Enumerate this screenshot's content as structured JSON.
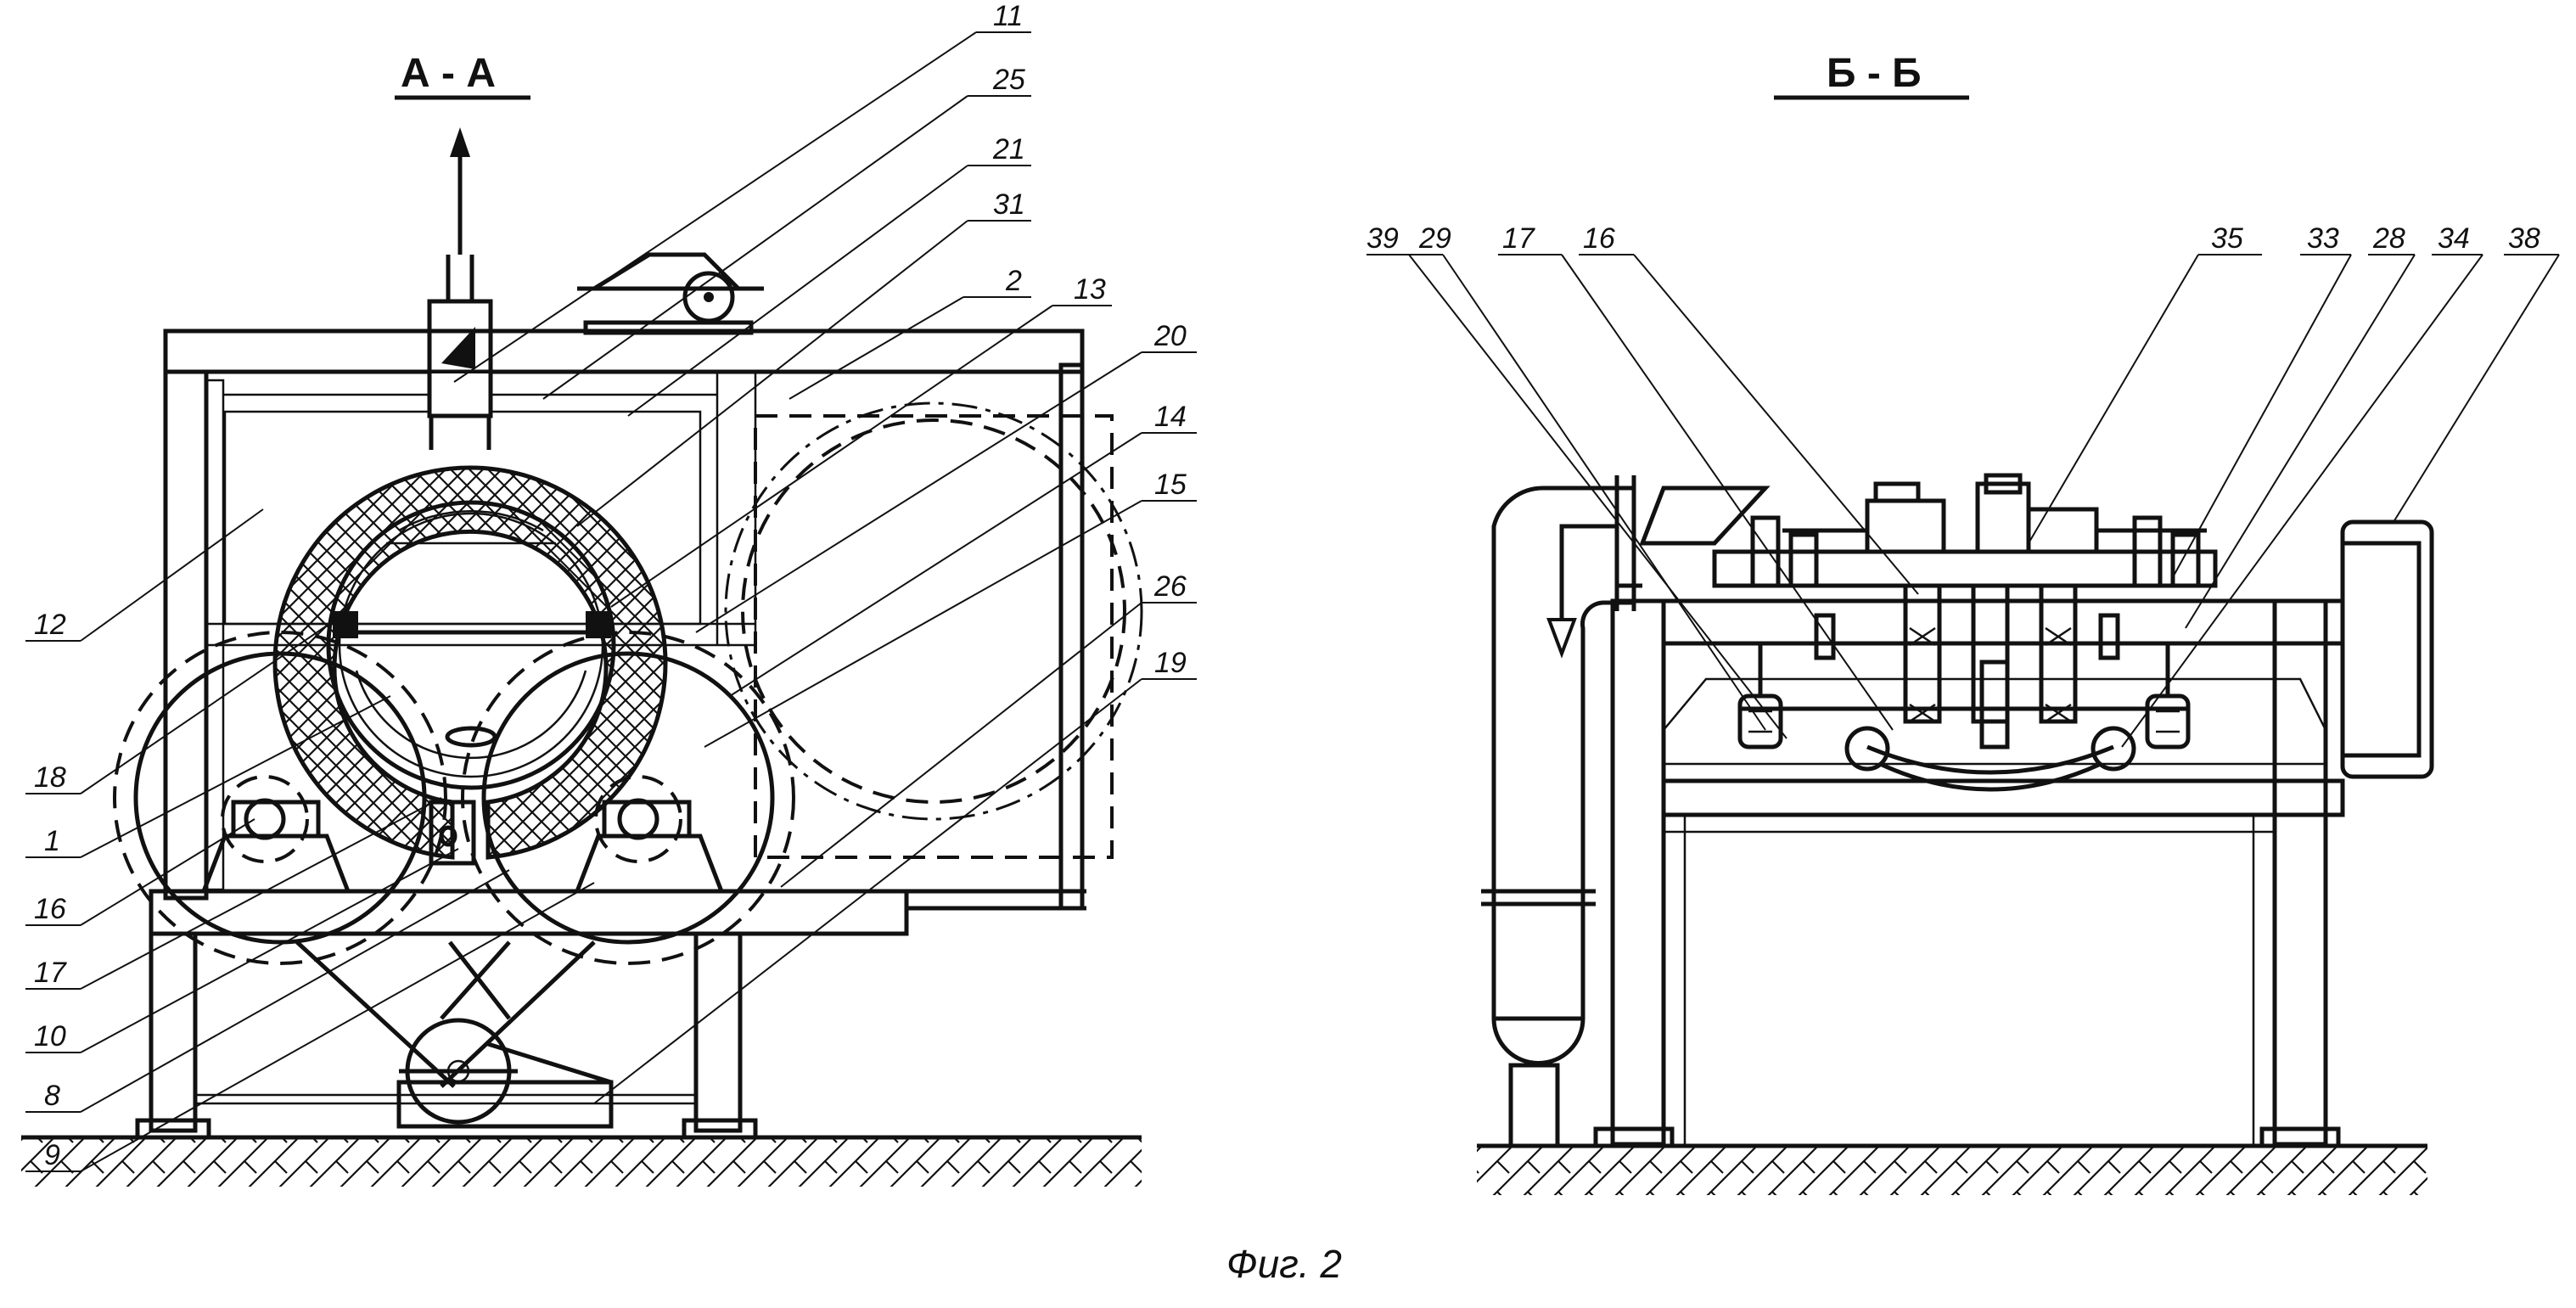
{
  "titles": {
    "section_a": "А - А",
    "section_b": "Б - Б"
  },
  "caption": "Фиг. 2",
  "labels_a": {
    "l11": "11",
    "l25": "25",
    "l21": "21",
    "l31": "31",
    "l2": "2",
    "l13": "13",
    "l20": "20",
    "l14": "14",
    "l15": "15",
    "l26": "26",
    "l19": "19",
    "l12": "12",
    "l18": "18",
    "l1": "1",
    "l16": "16",
    "l17": "17",
    "l10": "10",
    "l8": "8",
    "l9": "9"
  },
  "labels_b": {
    "l39": "39",
    "l29": "29",
    "l17": "17",
    "l16": "16",
    "l35": "35",
    "l33": "33",
    "l28": "28",
    "l34": "34",
    "l38": "38"
  }
}
